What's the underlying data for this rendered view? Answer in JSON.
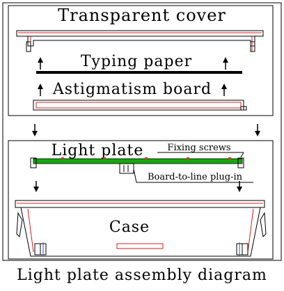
{
  "diagram": {
    "labels": {
      "transparent_cover": "Transparent cover",
      "typing_paper": "Typing paper",
      "astigmatism_board": "Astigmatism board",
      "light_plate": "Light plate",
      "fixing_screws": "Fixing screws",
      "board_to_line_plugin": "Board-to-line plug-in",
      "case": "Case",
      "caption": "Light plate assembly diagram"
    },
    "colors": {
      "outline": "#000000",
      "accent_red": "#d42020",
      "pcb_green": "#16a80f",
      "component_red": "#e03020"
    }
  }
}
